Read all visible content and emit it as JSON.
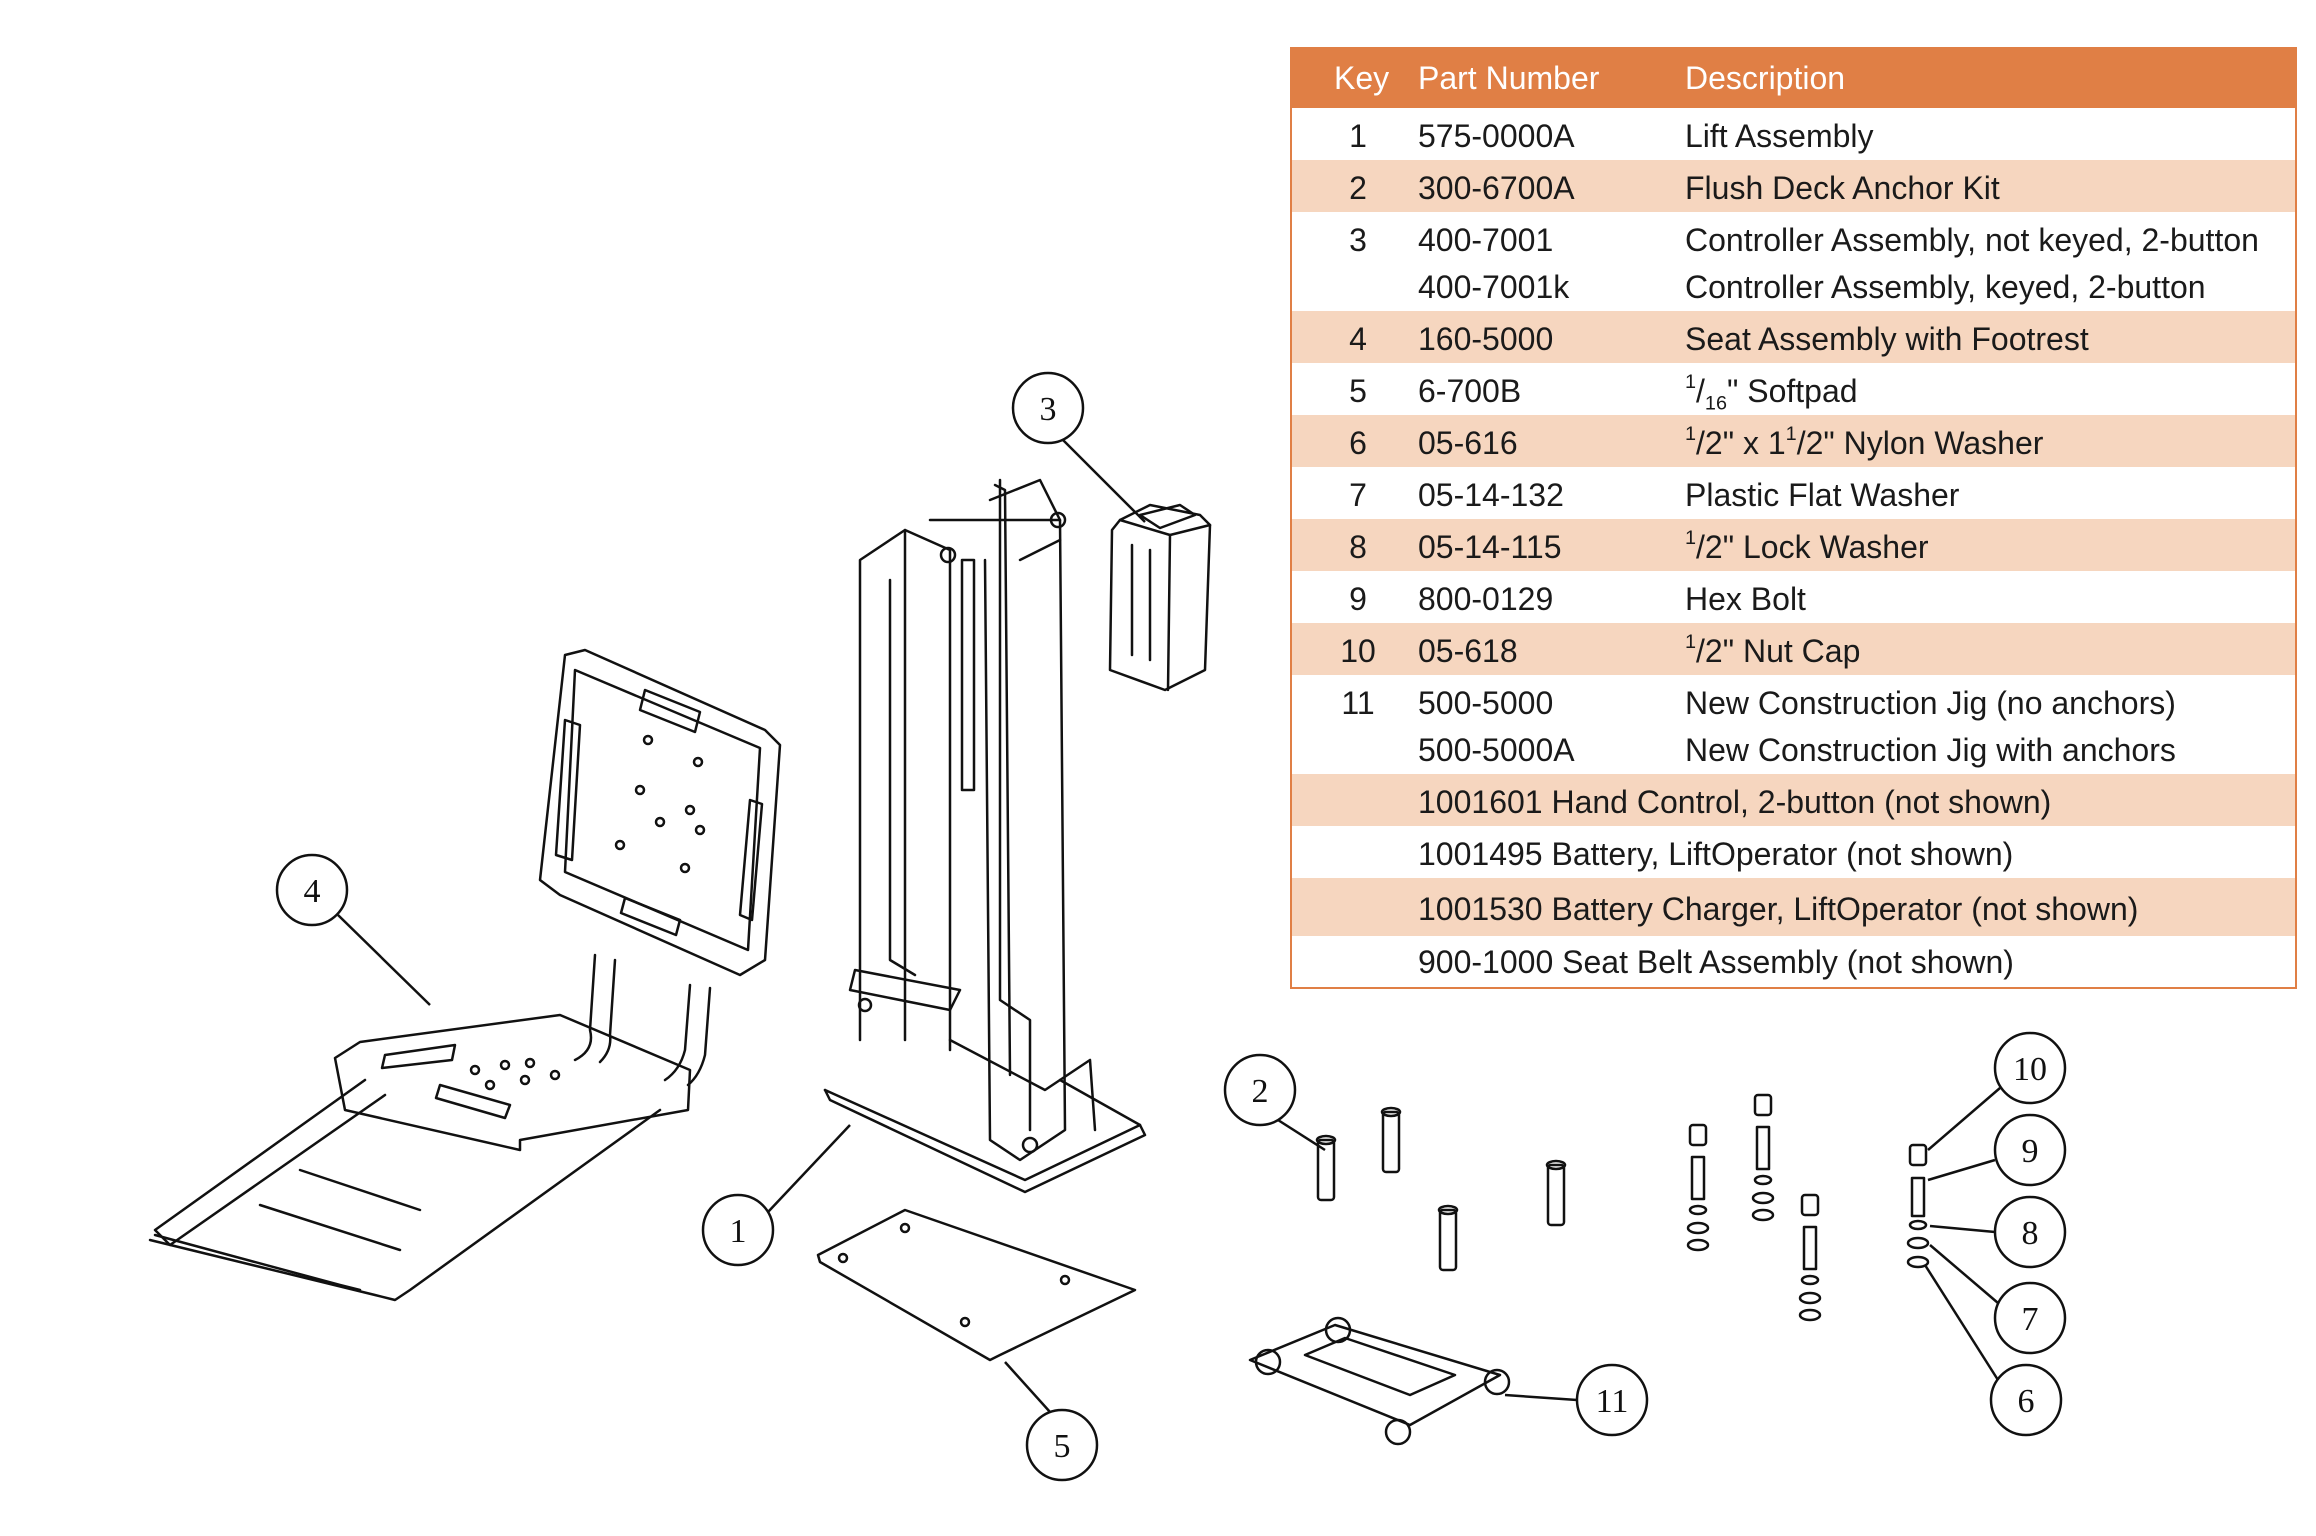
{
  "table": {
    "headers": {
      "key": "Key",
      "part_number": "Part Number",
      "description": "Description"
    },
    "rows": [
      {
        "key": "1",
        "pn": "575-0000A",
        "desc": "Lift Assembly"
      },
      {
        "key": "2",
        "pn": "300-6700A",
        "desc": "Flush Deck Anchor Kit"
      },
      {
        "key": "3",
        "pn": "400-7001",
        "desc": "Controller Assembly, not keyed, 2-button",
        "pn2": "400-7001k",
        "desc2": "Controller Assembly, keyed, 2-button"
      },
      {
        "key": "4",
        "pn": "160-5000",
        "desc": "Seat Assembly with Footrest"
      },
      {
        "key": "5",
        "pn": "6-700B",
        "desc_num": "1",
        "desc_den": "16",
        "desc_rest": "\" Softpad"
      },
      {
        "key": "6",
        "pn": "05-616",
        "desc_num": "1",
        "desc_den": "2",
        "desc_mid": "\" x 1",
        "desc_num2": "1",
        "desc_den2": "2",
        "desc_rest": "\" Nylon Washer"
      },
      {
        "key": "7",
        "pn": "05-14-132",
        "desc": "Plastic Flat Washer"
      },
      {
        "key": "8",
        "pn": "05-14-115",
        "desc_num": "1",
        "desc_den": "2",
        "desc_rest": "\" Lock Washer"
      },
      {
        "key": "9",
        "pn": "800-0129",
        "desc": "Hex Bolt"
      },
      {
        "key": "10",
        "pn": "05-618",
        "desc_num": "1",
        "desc_den": "2",
        "desc_rest": "\" Nut Cap"
      },
      {
        "key": "11",
        "pn": "500-5000",
        "desc": "New Construction Jig (no anchors)",
        "pn2": "500-5000A",
        "desc2": "New Construction Jig with anchors"
      }
    ],
    "extra_rows": [
      "1001601 Hand Control, 2-button (not shown)",
      "1001495 Battery, LiftOperator (not shown)",
      "1001530 Battery Charger, LiftOperator (not shown)",
      "900-1000 Seat Belt Assembly (not shown)"
    ]
  },
  "callouts": [
    "1",
    "2",
    "3",
    "4",
    "5",
    "6",
    "7",
    "8",
    "9",
    "10",
    "11"
  ],
  "colors": {
    "header": "#e07f45",
    "shade": "#f6d6bf",
    "border": "#e07f45"
  }
}
